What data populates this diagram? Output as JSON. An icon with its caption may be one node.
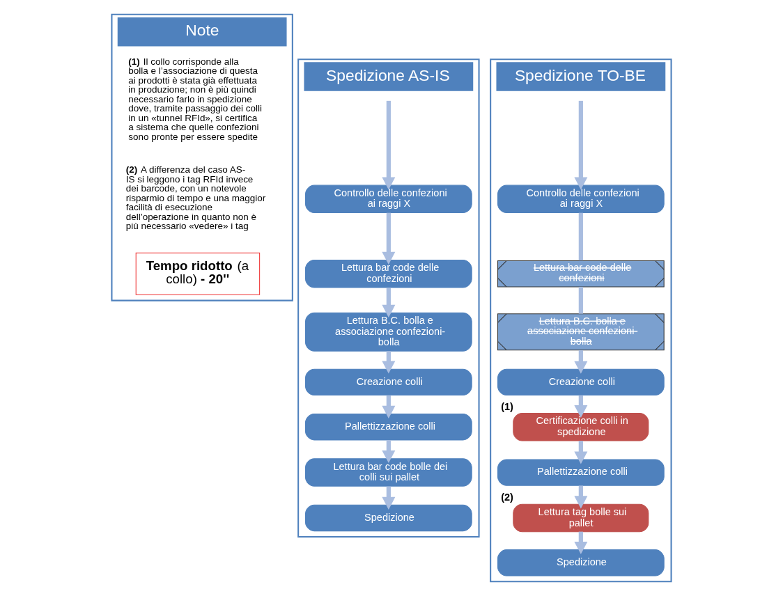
{
  "diagram": {
    "nodes": [
      {
        "text": [
          "Note"
        ]
      },
      {
        "text": [
          "**Tempo ridotto** (a collo) **- 20''**"
        ],
        "in": 0
      },
      {
        "text": [
          "Spedizione AS-IS"
        ]
      },
      {
        "text": [
          "Controllo delle confezioni ai raggi X"
        ],
        "in": 2
      },
      {
        "text": [
          "Lettura bar code delle confezioni"
        ],
        "in": 2
      },
      {
        "text": [
          "Lettura B.C. bolla e associazione confezioni-bolla"
        ],
        "in": 2
      },
      {
        "text": [
          "Creazione colli"
        ],
        "in": 2
      },
      {
        "text": [
          "Pallettizzazione colli"
        ],
        "in": 2
      },
      {
        "text": [
          "Lettura bar code bolle dei colli sui pallet"
        ],
        "in": 2
      },
      {
        "text": [
          "Spedizione"
        ],
        "in": 2
      },
      {
        "text": [
          "Spedizione TO-BE"
        ]
      },
      {
        "text": [
          "Controllo delle confezioni ai raggi X"
        ],
        "in": 10
      },
      {
        "text": [
          "Lettura bar code delle confezioni"
        ],
        "in": 10
      },
      {
        "text": [
          "Lettura B.C. bolla e associazione confezioni-bolla"
        ],
        "in": 10
      },
      {
        "text": [
          "Creazione colli"
        ],
        "in": 10
      },
      {
        "text": [
          "Certificazione colli in spedizione"
        ],
        "in": 10,
        "beside": [
          "(1)"
        ]
      },
      {
        "text": [
          "Pallettizzazione colli"
        ],
        "in": 10
      },
      {
        "text": [
          "Lettura tag bolle sui pallet"
        ],
        "in": 10,
        "beside": [
          "(2)"
        ]
      },
      {
        "text": [
          "Spedizione"
        ],
        "in": 10
      }
    ],
    "edges": [
      {
        "from": null,
        "to": 3,
        "arrow": "to"
      },
      {
        "from": 3,
        "to": 4,
        "arrow": "to"
      },
      {
        "from": 4,
        "to": 5,
        "arrow": "to"
      },
      {
        "from": 5,
        "to": 6,
        "arrow": "to"
      },
      {
        "from": 6,
        "to": 7,
        "arrow": "to"
      },
      {
        "from": 7,
        "to": 8,
        "arrow": "to"
      },
      {
        "from": 8,
        "to": 9,
        "arrow": "to"
      },
      {
        "from": null,
        "to": 11,
        "arrow": "to"
      },
      {
        "from": 11,
        "to": 12,
        "arrow": "none"
      },
      {
        "from": 12,
        "to": 13,
        "arrow": "none"
      },
      {
        "from": 13,
        "to": 14,
        "arrow": "to"
      },
      {
        "from": 14,
        "to": 15,
        "arrow": "to"
      },
      {
        "from": 15,
        "to": 16,
        "arrow": "to"
      },
      {
        "from": 16,
        "to": 17,
        "arrow": "to"
      },
      {
        "from": 17,
        "to": 18,
        "arrow": "to"
      }
    ],
    "labels": [
      "**(1)** Il collo corrisponde alla bolla e l’associazione di questa ai prodotti è stata già effettuata in produzione; non è più quindi necessario farlo in spedizione dove, tramite passaggio dei colli in un «tunnel RFId», si certifica a sistema che quelle confezioni sono pronte per essere spedite",
      "**(2)** A differenza del caso AS-IS si leggono i tag RFId invece dei barcode, con un notevole risparmio di tempo e una maggior facilità di esecuzione dell’operazione in quanto non è più necessario «vedere» i tag"
    ]
  }
}
